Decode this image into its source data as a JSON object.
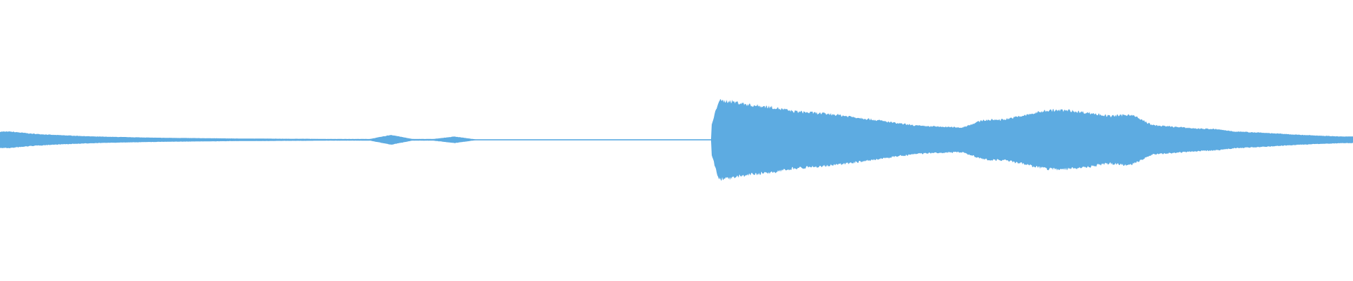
{
  "waveform": {
    "color": "#5dabe1",
    "background": "#ffffff",
    "envelope_peak_normalized": [
      0.2,
      0.15,
      0.12,
      0.1,
      0.08,
      0.07,
      0.06,
      0.05,
      0.045,
      0.04,
      0.035,
      0.03,
      0.03,
      0.025,
      0.025,
      0.02,
      0.02,
      0.02,
      0.12,
      0.02,
      0.02,
      0.08,
      0.01,
      0.01,
      0.01,
      0.01,
      0.01,
      0.01,
      0.01,
      0.01,
      0.01,
      0.01,
      0.01,
      0.01,
      0.95,
      0.85,
      0.8,
      0.7,
      0.66,
      0.62,
      0.55,
      0.48,
      0.4,
      0.34,
      0.32,
      0.3,
      0.48,
      0.5,
      0.6,
      0.72,
      0.72,
      0.66,
      0.58,
      0.62,
      0.36,
      0.32,
      0.28,
      0.26,
      0.2,
      0.18,
      0.15,
      0.12,
      0.1,
      0.08
    ]
  }
}
